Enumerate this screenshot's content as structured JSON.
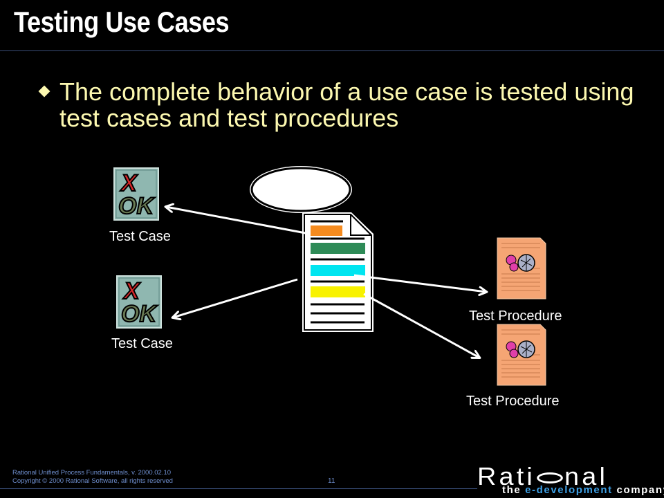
{
  "slide": {
    "title": "Testing Use Cases",
    "bullet": "The complete behavior of a use case is tested using test cases and test procedures"
  },
  "diagram": {
    "test_case_labels": [
      "Test Case",
      "Test Case"
    ],
    "test_procedure_labels": [
      "Test Procedure",
      "Test Procedure"
    ],
    "icon_text_x": "X",
    "icon_text_ok": "OK",
    "colors": {
      "orange": "#f58b1f",
      "green": "#2e8b57",
      "cyan": "#00e5f0",
      "yellow": "#f8f200",
      "procedure": "#f5a574"
    }
  },
  "footer": {
    "line1": "Rational Unified Process Fundamentals, v. 2000.02.10",
    "line2": "Copyright © 2000 Rational Software, all rights reserved",
    "page_number": "11"
  },
  "logo": {
    "name_part1": "Rati",
    "name_part2": "nal",
    "tagline_part1": "the ",
    "tagline_accent": "e-development",
    "tagline_part2": " company"
  }
}
